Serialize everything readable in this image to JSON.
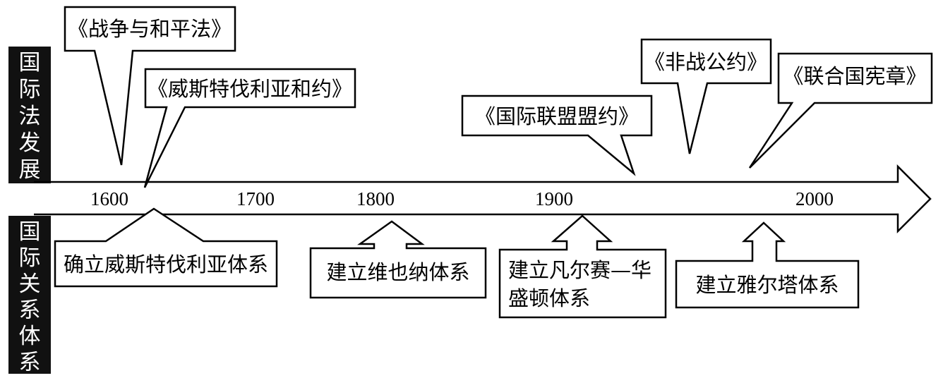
{
  "sidebar": {
    "top_chars": [
      "国",
      "际",
      "法",
      "发",
      "展"
    ],
    "bottom_chars": [
      "国",
      "际",
      "关",
      "系",
      "体",
      "系"
    ]
  },
  "timeline": {
    "years": [
      "1600",
      "1700",
      "1800",
      "1900",
      "2000"
    ]
  },
  "law_events": [
    "《战争与和平法》",
    "《威斯特伐利亚和约》",
    "《国际联盟盟约》",
    "《非战公约》",
    "《联合国宪章》"
  ],
  "system_events": [
    "确立威斯特伐利亚体系",
    "建立维也纳体系",
    [
      "建立凡尔赛—华",
      "盛顿体系"
    ],
    "建立雅尔塔体系"
  ],
  "colors": {
    "sidebar_bg": "#111111",
    "line": "#000000",
    "box_fill": "#ffffff"
  }
}
